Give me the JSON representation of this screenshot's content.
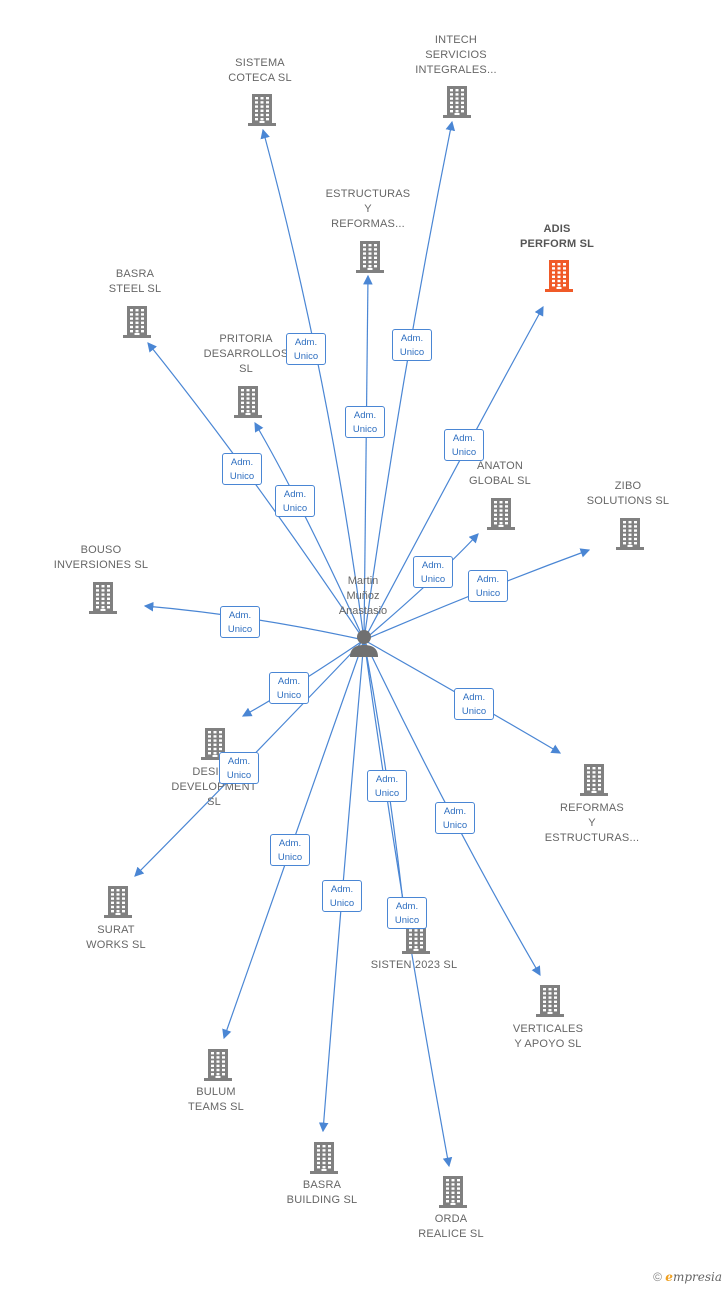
{
  "center": {
    "label": "Martin\nMuñoz\nAnastasio",
    "icon": "person-icon"
  },
  "edge_label": "Adm.\nUnico",
  "colors": {
    "edge": "#4a86d4",
    "building": "#808080",
    "highlight": "#f05a28"
  },
  "nodes": [
    {
      "id": "sistema-coteca",
      "label": "SISTEMA\nCOTECA  SL",
      "highlight": false
    },
    {
      "id": "intech",
      "label": "INTECH\nSERVICIOS\nINTEGRALES...",
      "highlight": false
    },
    {
      "id": "estructuras",
      "label": "ESTRUCTURAS\nY\nREFORMAS...",
      "highlight": false
    },
    {
      "id": "adis",
      "label": "ADIS\nPERFORM  SL",
      "highlight": true
    },
    {
      "id": "basra-steel",
      "label": "BASRA\nSTEEL  SL",
      "highlight": false
    },
    {
      "id": "pritoria",
      "label": "PRITORIA\nDESARROLLOS\nSL",
      "highlight": false
    },
    {
      "id": "anaton",
      "label": "ANATON\nGLOBAL  SL",
      "highlight": false
    },
    {
      "id": "zibo",
      "label": "ZIBO\nSOLUTIONS  SL",
      "highlight": false
    },
    {
      "id": "bouso",
      "label": "BOUSO\nINVERSIONES SL",
      "highlight": false
    },
    {
      "id": "design",
      "label": "DESIGN\nDEVELOPMENT\nSL",
      "highlight": false
    },
    {
      "id": "reformas",
      "label": "REFORMAS\nY\nESTRUCTURAS...",
      "highlight": false
    },
    {
      "id": "surat",
      "label": "SURAT\nWORKS  SL",
      "highlight": false
    },
    {
      "id": "sisten",
      "label": "SISTEN 2023  SL",
      "highlight": false
    },
    {
      "id": "verticales",
      "label": "VERTICALES\nY APOYO  SL",
      "highlight": false
    },
    {
      "id": "bulum",
      "label": "BULUM\nTEAMS  SL",
      "highlight": false
    },
    {
      "id": "basra-building",
      "label": "BASRA\nBUILDING  SL",
      "highlight": false
    },
    {
      "id": "orda",
      "label": "ORDA\nREALICE  SL",
      "highlight": false
    }
  ],
  "footer": {
    "copyright": "©",
    "brand_e": "e",
    "brand_rest": "mpresia"
  }
}
